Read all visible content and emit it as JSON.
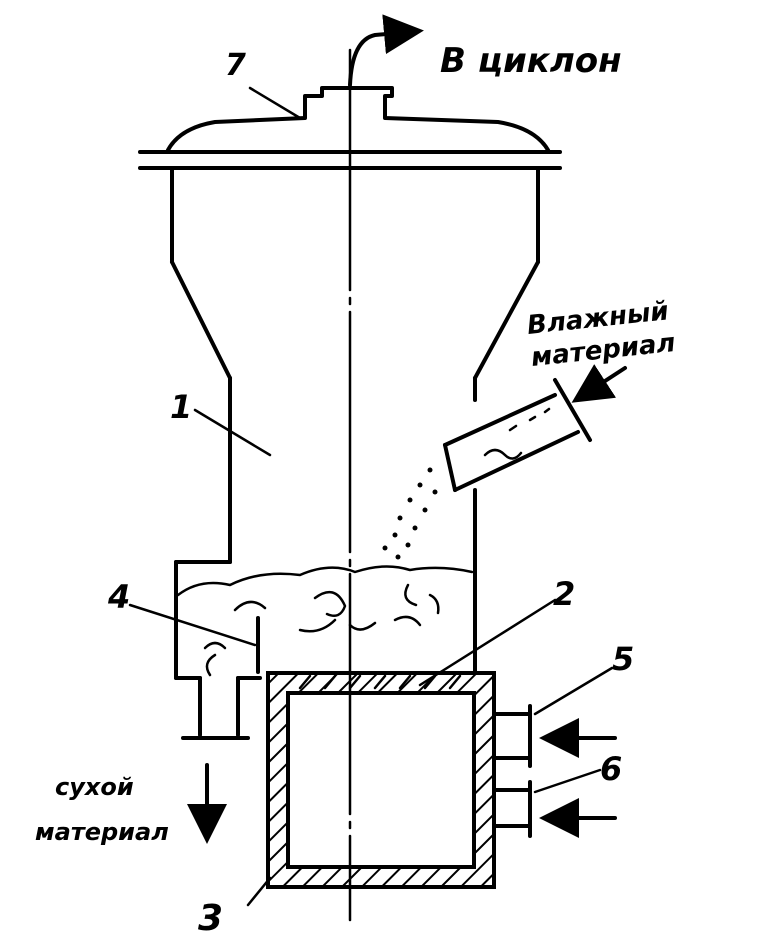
{
  "labels": {
    "cyclone": "В циклон",
    "wet_material_line1": "Влажный",
    "wet_material_line2": "материал",
    "dry_material_line1": "сухой",
    "dry_material_line2": "материал",
    "num_1": "1",
    "num_2": "2",
    "num_3": "3",
    "num_4": "4",
    "num_5": "5",
    "num_6": "6",
    "num_7": "7"
  },
  "colors": {
    "ink": "#000000",
    "paper": "#ffffff"
  }
}
